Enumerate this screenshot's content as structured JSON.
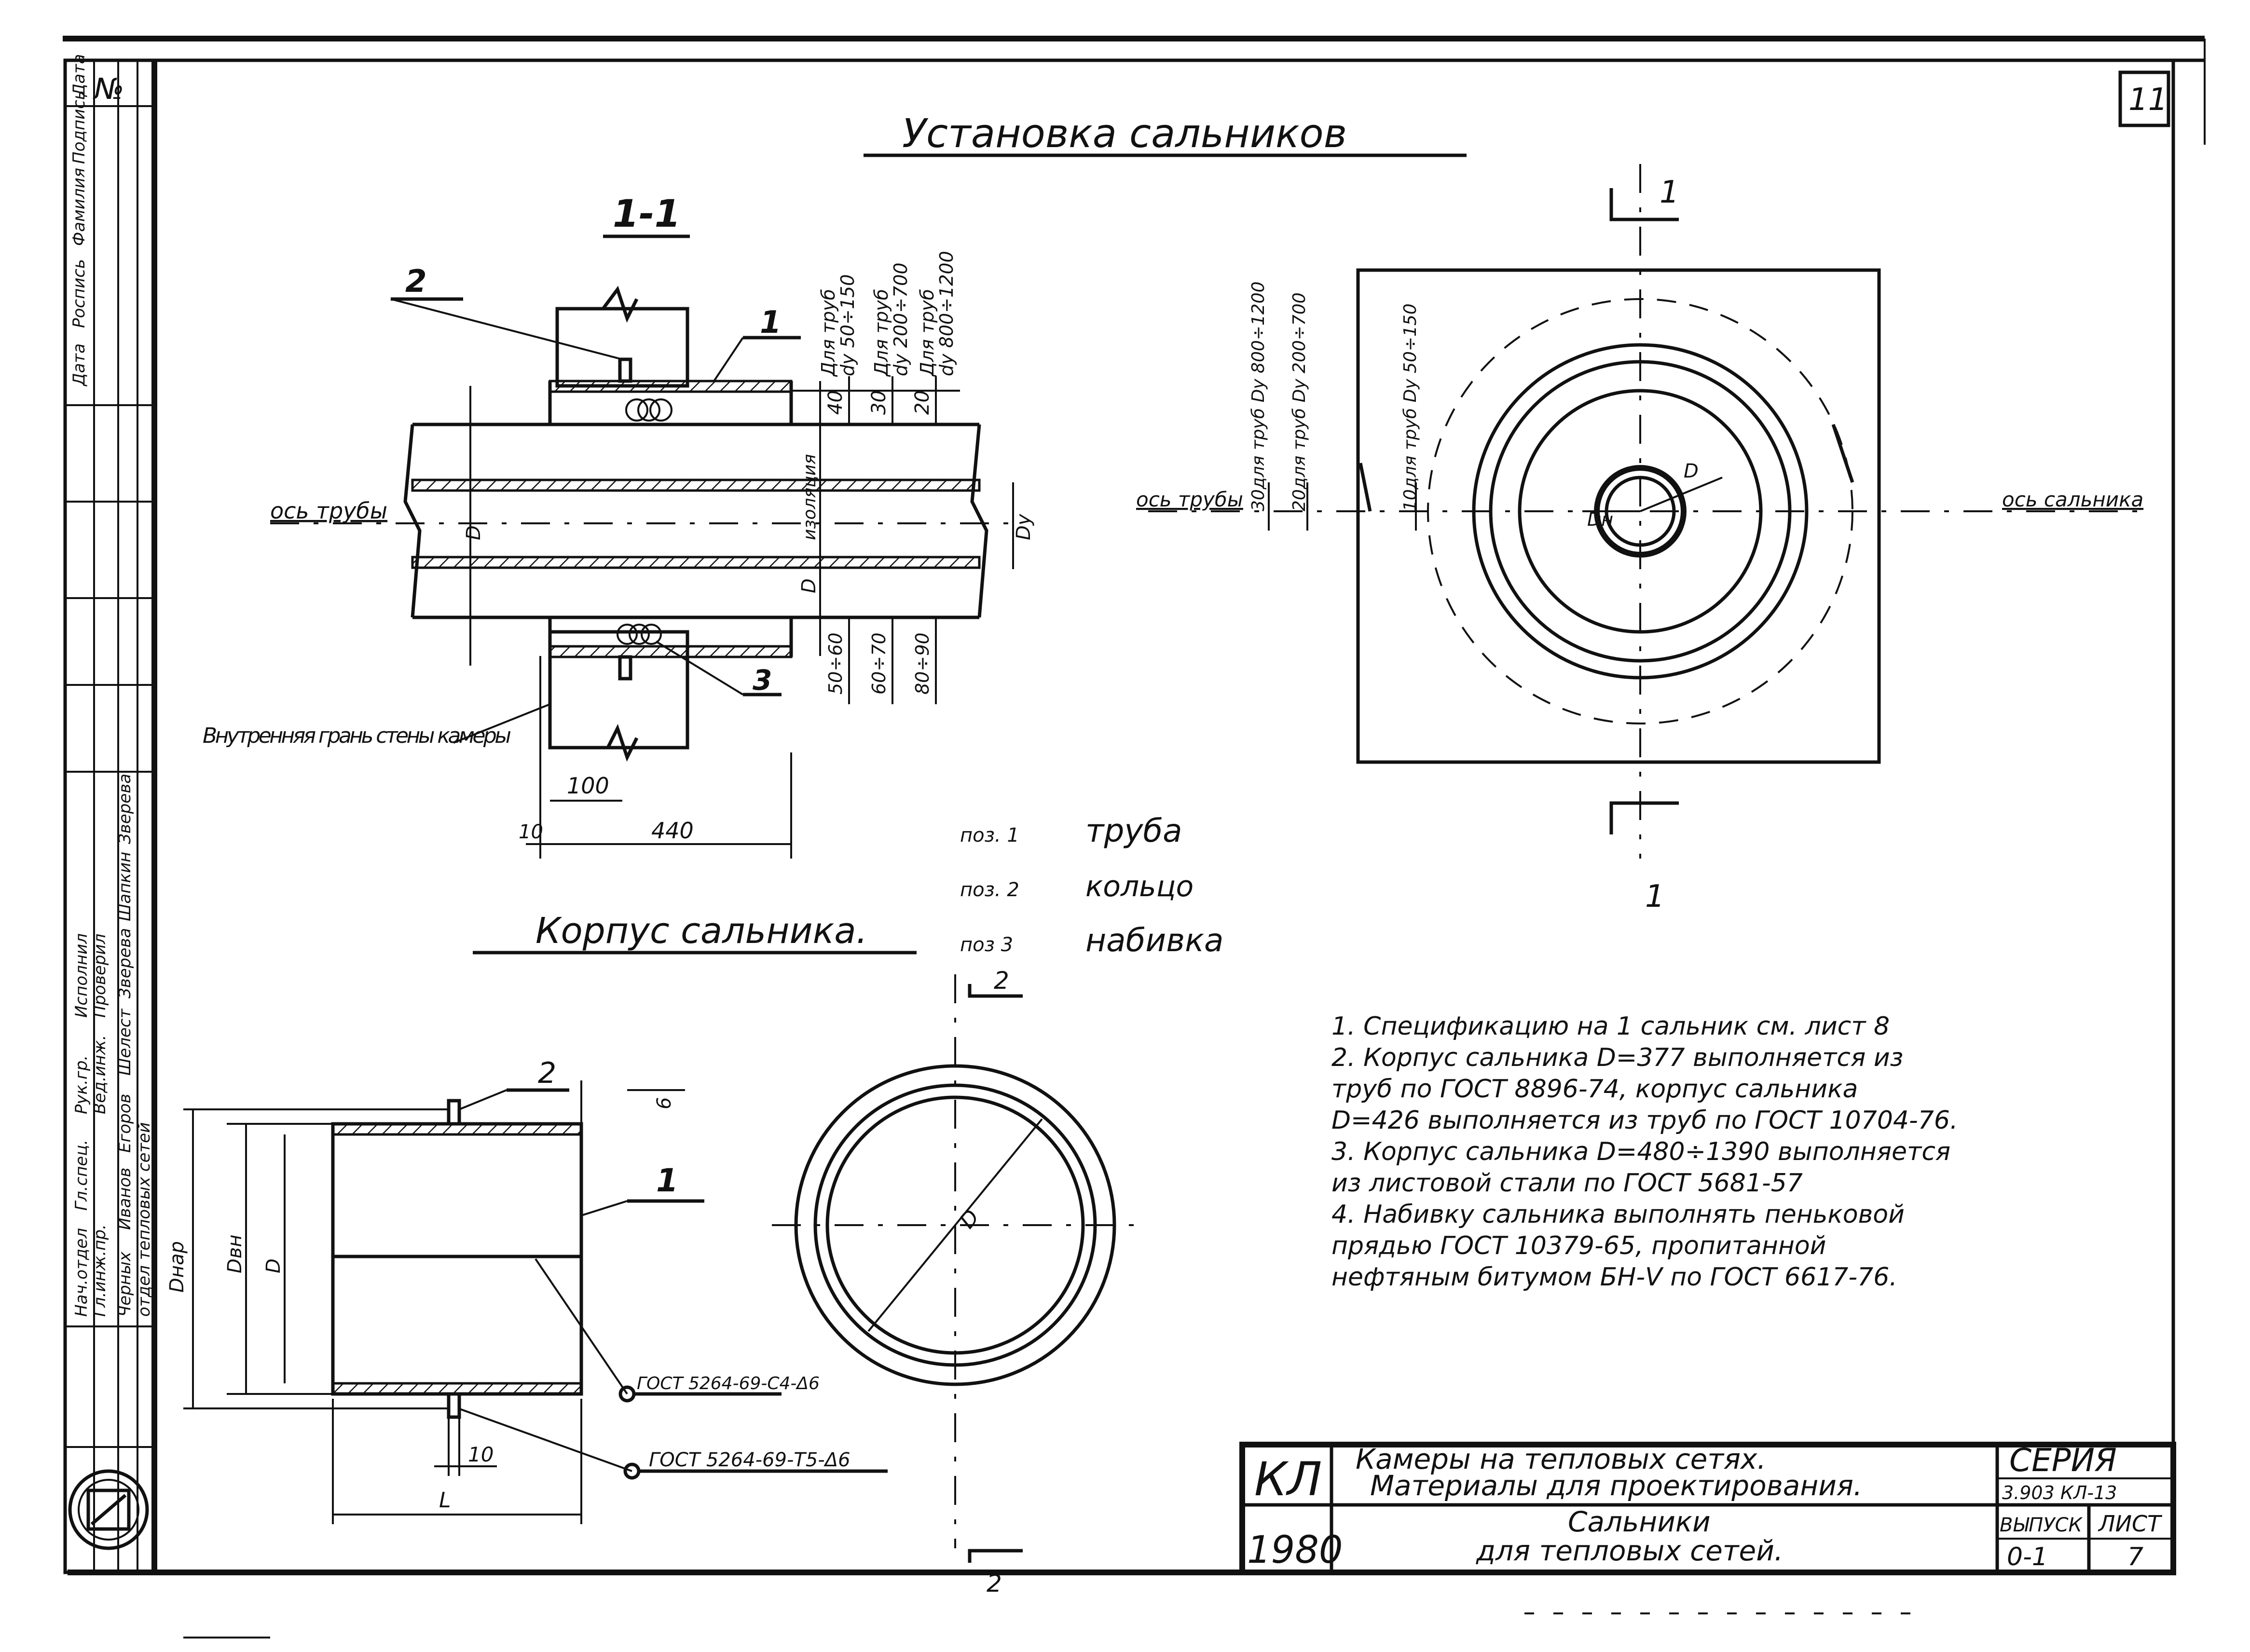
{
  "sheet_number": "11",
  "title": "Установка сальников",
  "section_label": "1-1",
  "side_view_axis_labels": {
    "pipe_axis": "ось трубы",
    "gland_axis": "ось сальника"
  },
  "section_labels": {
    "pipe_axis": "ось трубы",
    "inner_wall": "Внутренняя грань стены камеры",
    "dim_100": "100",
    "dim_10": "10",
    "dim_440": "440",
    "dim_D": "D",
    "dim_Dy": "Dу",
    "dim_D_insulated": "D",
    "dim_insulation": "изоляция",
    "callout_1": "1",
    "callout_2": "2",
    "callout_3": "3"
  },
  "gap_dims": [
    {
      "top": "40",
      "bottom": "50÷60",
      "note_a": "Для труб",
      "note_b": "dу 50÷150"
    },
    {
      "top": "30",
      "bottom": "60÷70",
      "note_a": "Для труб",
      "note_b": "dу 200÷700"
    },
    {
      "top": "20",
      "bottom": "80÷90",
      "note_a": "Для труб",
      "note_b": "dу 800÷1200"
    }
  ],
  "front_view_labels": {
    "section_mark": "1",
    "dim_D": "D",
    "dim_Dn": "Dн",
    "note_a": "30для труб Dу 800÷1200",
    "note_b": "20для труб Dу 200÷700",
    "note_c": "10для труб Dу 50÷150"
  },
  "positions": [
    {
      "pos": "поз. 1",
      "name": "труба"
    },
    {
      "pos": "поз. 2",
      "name": "кольцо"
    },
    {
      "pos": "поз 3",
      "name": "набивка"
    }
  ],
  "body_title": "Корпус сальника.",
  "body_labels": {
    "callout_1": "1",
    "callout_2": "2",
    "dim_6": "6",
    "dim_10": "10",
    "dim_L": "L",
    "dim_Dnar": "Dнар",
    "dim_Dvn": "Dвн",
    "dim_D": "D",
    "weld_1": "ГОСТ 5264-69-С4-Δ6",
    "weld_2": "ГОСТ 5264-69-Т5-Δ6"
  },
  "body_round_labels": {
    "section_mark_top": "2",
    "section_mark_bottom": "2",
    "dim_D": "D"
  },
  "notes": [
    "1. Спецификацию на 1 сальник см. лист 8",
    "2. Корпус сальника D=377 выполняется из",
    "   труб по ГОСТ 8896-74, корпус сальника",
    "   D=426 выполняется из труб по ГОСТ 10704-76.",
    "3. Корпус сальника D=480÷1390 выполняется",
    "   из листовой стали по ГОСТ 5681-57",
    "4. Набивку сальника выполнять пеньковой",
    "   прядью ГОСТ 10379-65, пропитанной",
    "   нефтяным битумом БН-V по ГОСТ 6617-76."
  ],
  "title_block": {
    "org": "КЛ",
    "year": "1980",
    "project_line_1": "Камеры на тепловых сетях.",
    "project_line_2": "Материалы для проектирования.",
    "drawing_line_1": "Сальники",
    "drawing_line_2": "для тепловых сетей.",
    "series_label": "СЕРИЯ",
    "series_value": "3.903 КЛ-13",
    "issue_label": "ВЫПУСК",
    "issue_value": "0-1",
    "sheet_label": "ЛИСТ",
    "sheet_value": "7"
  },
  "left_stamp": {
    "header": "№",
    "top_cols": [
      "Дата",
      "Роспись",
      "Фамилия",
      "Подпись",
      "Дата"
    ],
    "roles": [
      "Нач.отдел",
      "Гл.инж.пр.",
      "Гл.спец.",
      "Рук.гр.",
      "Вед.инж.",
      "Исполнил",
      "Проверил"
    ],
    "names": [
      "Черных",
      "Иванов",
      "Егоров",
      "Шелест",
      "Зверева",
      "Шапкин",
      "Зверева"
    ],
    "dept": "отдел тепловых сетей"
  }
}
